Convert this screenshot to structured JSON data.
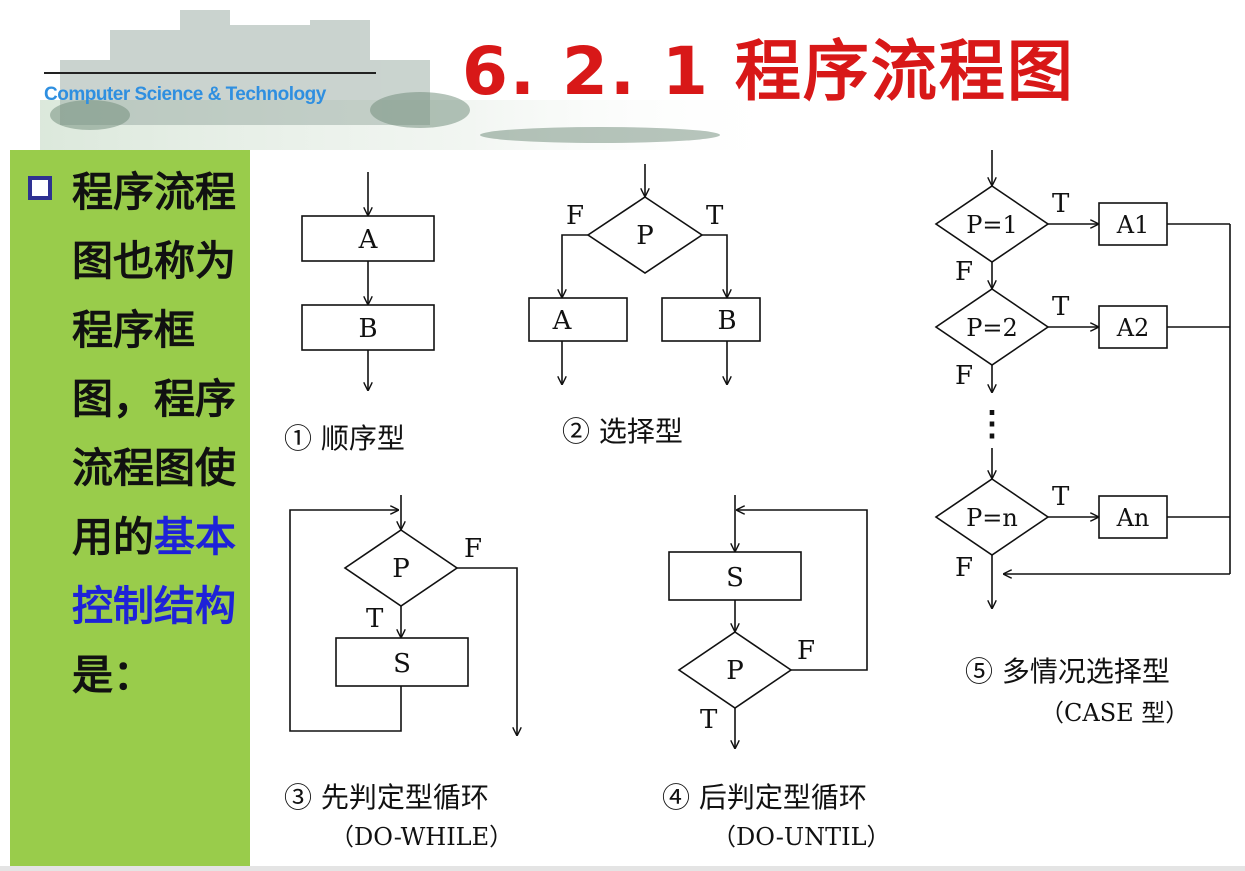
{
  "header": {
    "subtitle": "Computer Science & Technology",
    "title": "6. 2. 1  程序流程图"
  },
  "panel": {
    "text_plain_1": "程序流程图也称为程序框图，程序流程图使用的",
    "text_highlight": "基本控制结构",
    "text_plain_2": "是："
  },
  "colors": {
    "title": "#d81818",
    "panel_bg": "#99cc4b",
    "highlight": "#1e22d8",
    "subtitle": "#2f8fe0"
  },
  "diagram": {
    "sequence": {
      "box_a": "A",
      "box_b": "B",
      "caption": "① 顺序型"
    },
    "selection": {
      "cond": "P",
      "false_label": "F",
      "true_label": "T",
      "box_a": "A",
      "box_b": "B",
      "caption": "② 选择型"
    },
    "while_loop": {
      "cond": "P",
      "false_label": "F",
      "true_label": "T",
      "body": "S",
      "caption": "③ 先判定型循环",
      "caption2": "（DO-WHILE）"
    },
    "until_loop": {
      "body": "S",
      "cond": "P",
      "false_label": "F",
      "true_label": "T",
      "caption": "④ 后判定型循环",
      "caption2": "（DO-UNTIL）"
    },
    "case": {
      "cond1": "P=1",
      "cond2": "P=2",
      "condn": "P=n",
      "act1": "A1",
      "act2": "A2",
      "actn": "An",
      "true_label": "T",
      "false_label": "F",
      "ellipsis": "⋮",
      "caption": "⑤ 多情况选择型",
      "caption2": "（CASE 型）"
    }
  }
}
